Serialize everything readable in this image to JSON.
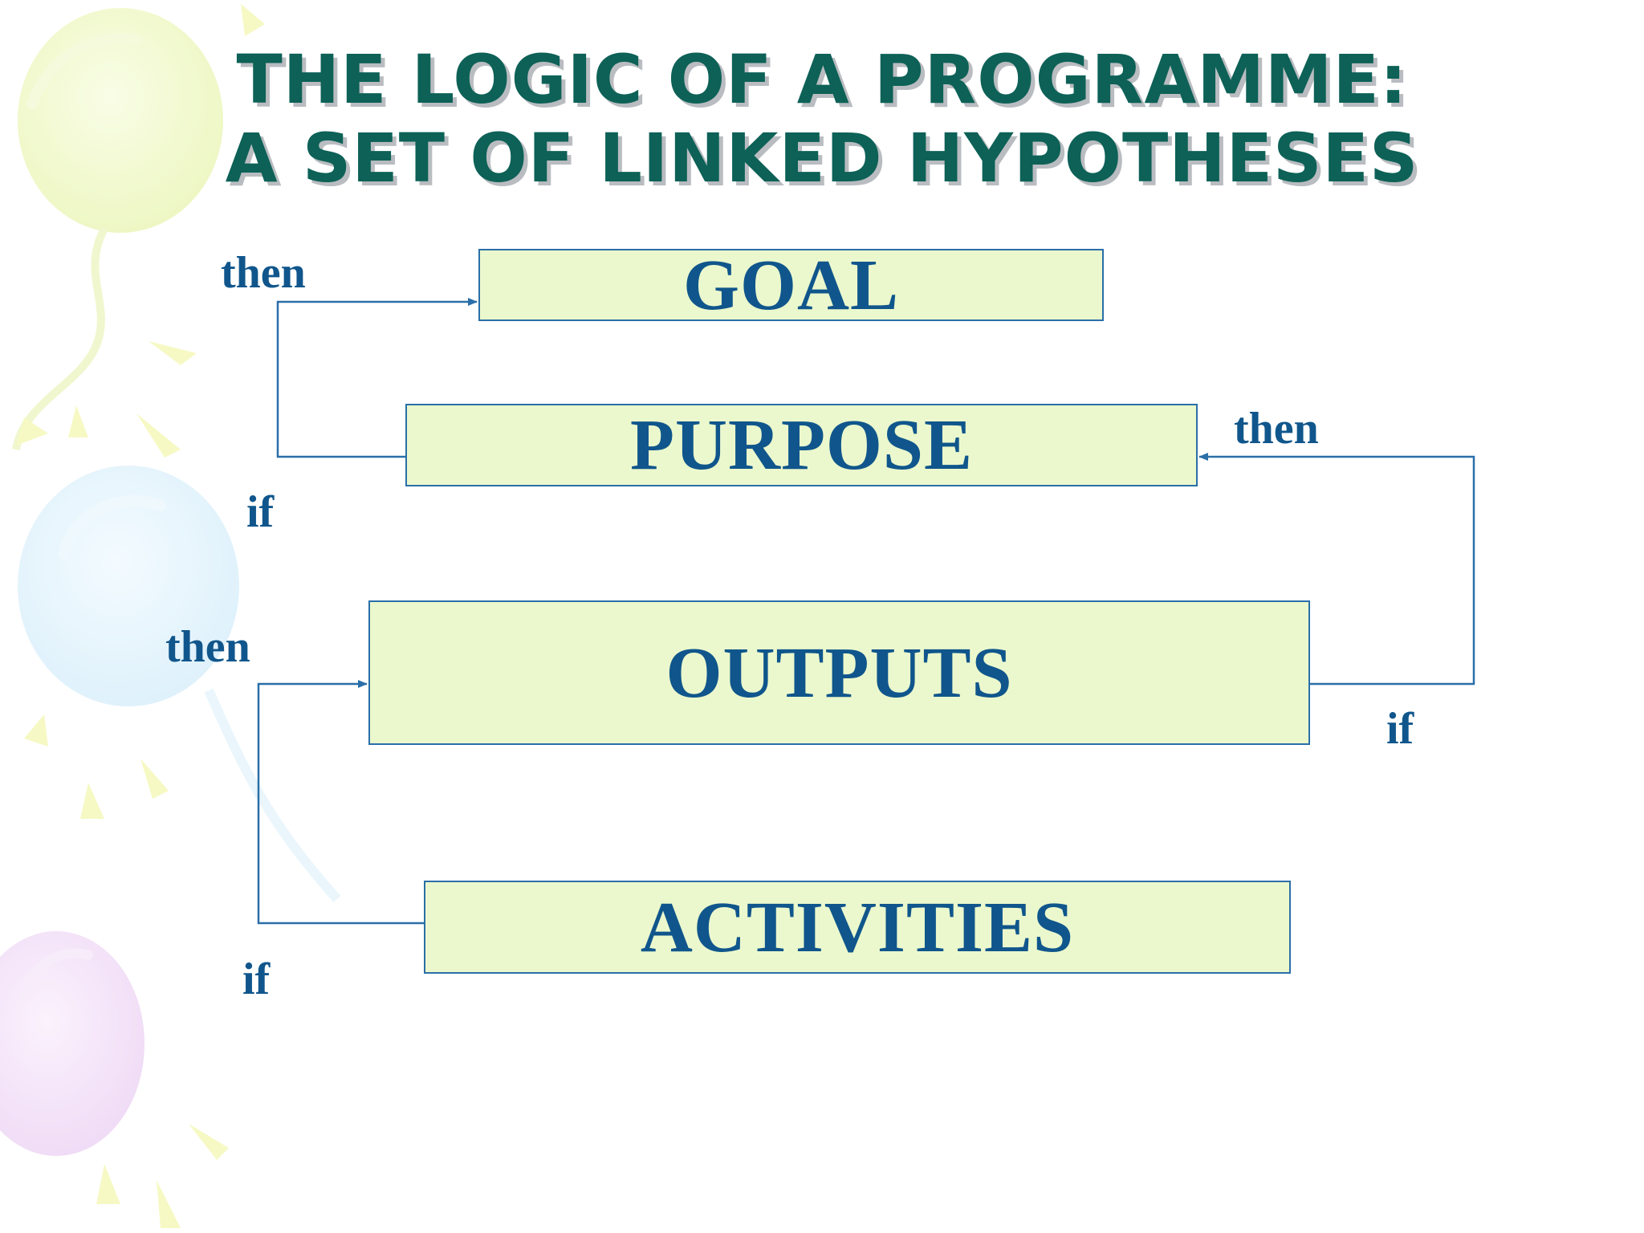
{
  "slide": {
    "title_line1": "THE LOGIC OF A PROGRAMME:",
    "title_line2": "A SET OF LINKED HYPOTHESES"
  },
  "boxes": {
    "goal": "GOAL",
    "purpose": "PURPOSE",
    "outputs": "OUTPUTS",
    "activities": "ACTIVITIES"
  },
  "links": {
    "purpose_to_goal": {
      "if": "if",
      "then": "then"
    },
    "outputs_to_purpose": {
      "if": "if",
      "then": "then"
    },
    "activities_to_outputs": {
      "if": "if",
      "then": "then"
    }
  },
  "colors": {
    "title": "#0d6157",
    "title_shadow": "#b9bcc0",
    "box_fill": "#ebf8cd",
    "box_border": "#2a6fa8",
    "text": "#10568c",
    "connector": "#2a6fa8"
  },
  "decorations": [
    "balloon-icon",
    "sparkle-icon"
  ]
}
